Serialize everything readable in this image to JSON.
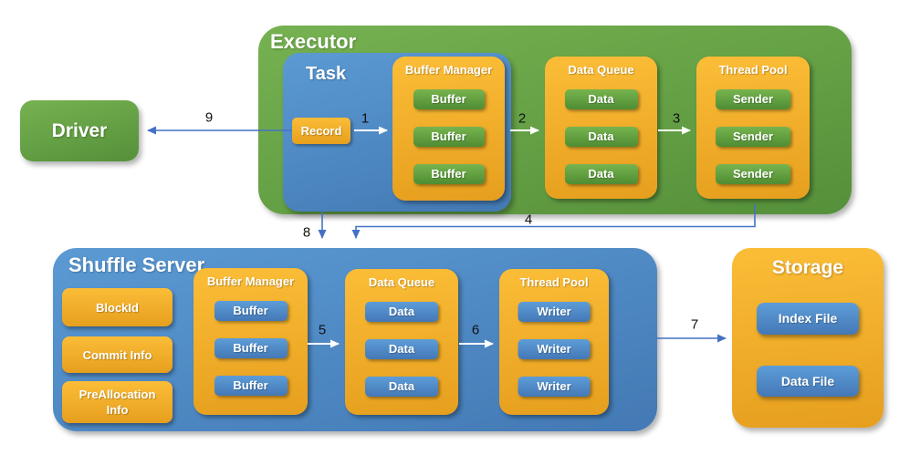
{
  "colors": {
    "green_top": "#76b251",
    "green_bottom": "#55903a",
    "green_item_top": "#77b44f",
    "green_item_bottom": "#4f8c33",
    "orange_top": "#fbbd37",
    "orange_bottom": "#e69f1e",
    "blue_top": "#5b9ad4",
    "blue_bottom": "#4379b4",
    "blue_item_top": "#5d9dd8",
    "blue_item_bottom": "#4478b6",
    "arrow_blue": "#4472c4",
    "arrow_white": "#ffffff",
    "step_label": "#111111",
    "box_text": "#ffffff"
  },
  "driver": {
    "title": "Driver"
  },
  "executor": {
    "title": "Executor",
    "task": {
      "title": "Task",
      "record_label": "Record"
    },
    "buffer_manager": {
      "title": "Buffer Manager",
      "items": [
        "Buffer",
        "Buffer",
        "Buffer"
      ]
    },
    "data_queue": {
      "title": "Data Queue",
      "items": [
        "Data",
        "Data",
        "Data"
      ]
    },
    "thread_pool": {
      "title": "Thread Pool",
      "items": [
        "Sender",
        "Sender",
        "Sender"
      ]
    }
  },
  "shuffle_server": {
    "title": "Shuffle Server",
    "info_boxes": [
      "BlockId",
      "Commit Info",
      "PreAllocation Info"
    ],
    "buffer_manager": {
      "title": "Buffer Manager",
      "items": [
        "Buffer",
        "Buffer",
        "Buffer"
      ]
    },
    "data_queue": {
      "title": "Data Queue",
      "items": [
        "Data",
        "Data",
        "Data"
      ]
    },
    "thread_pool": {
      "title": "Thread Pool",
      "items": [
        "Writer",
        "Writer",
        "Writer"
      ]
    }
  },
  "storage": {
    "title": "Storage",
    "items": [
      "Index File",
      "Data File"
    ]
  },
  "steps": [
    "1",
    "2",
    "3",
    "4",
    "5",
    "6",
    "7",
    "8",
    "9"
  ]
}
